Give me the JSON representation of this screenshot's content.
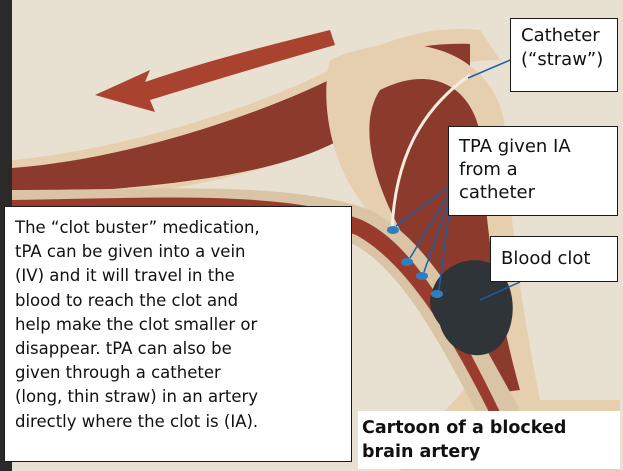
{
  "labels": {
    "catheter": [
      "Catheter",
      "(“straw”)"
    ],
    "tpa": [
      "TPA given IA",
      "from a",
      "catheter"
    ],
    "clot": "Blood clot"
  },
  "explanation": [
    "The “clot buster” medication,",
    "tPA can be given into a vein",
    "(IV) and it will travel in the",
    "blood to reach the clot and",
    "help make the clot smaller or",
    "disappear. tPA can also be",
    "given through a catheter",
    "(long, thin straw) in an artery",
    "directly where the clot is (IA)."
  ],
  "caption": [
    "Cartoon of a blocked",
    "brain artery"
  ],
  "colors": {
    "background": "#e8e0d0",
    "artery": "#8b3a2c",
    "artery_wall": "#e6cfae",
    "clot": "#2e3438",
    "tpa_drop": "#2f7fc0"
  }
}
